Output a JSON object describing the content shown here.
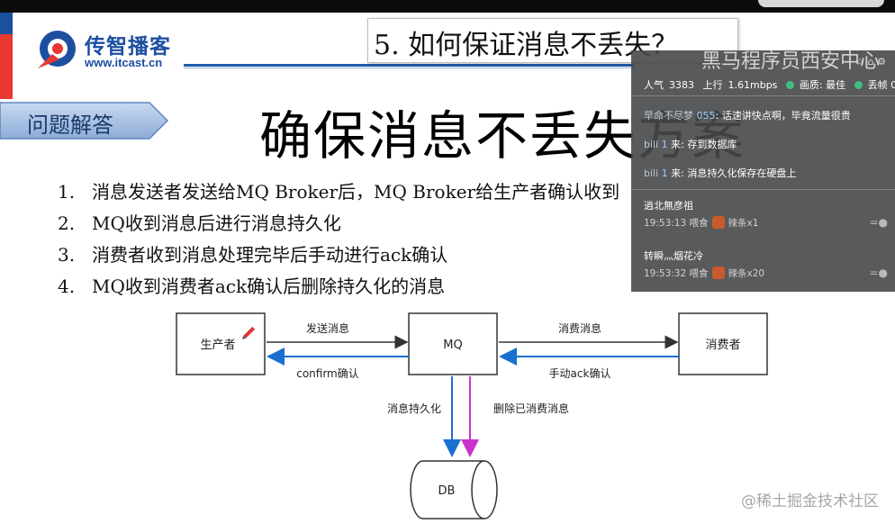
{
  "logo": {
    "cn": "传智播客",
    "url": "www.itcast.cn"
  },
  "slide": {
    "title": "5. 如何保证消息不丢失？",
    "section_tag": "问题解答",
    "main_title": "确保消息不丢失方案",
    "steps": [
      {
        "num": "1.",
        "text": "消息发送者发送给MQ Broker后，MQ Broker给生产者确认收到"
      },
      {
        "num": "2.",
        "text": "MQ收到消息后进行消息持久化"
      },
      {
        "num": "3.",
        "text": "消费者收到消息处理完毕后手动进行ack确认"
      },
      {
        "num": "4.",
        "text": "MQ收到消费者ack确认后删除持久化的消息"
      }
    ]
  },
  "diagram": {
    "producer": "生产者",
    "mq": "MQ",
    "consumer": "消费者",
    "db": "DB",
    "send": "发送消息",
    "confirm": "confirm确认",
    "consume": "消费消息",
    "ack": "手动ack确认",
    "persist": "消息持久化",
    "delete": "删除已消费消息",
    "colors": {
      "blue": "#1a6fd1",
      "magenta": "#cc33cc",
      "dark": "#333333"
    }
  },
  "overlay": {
    "title": "黑马程序员西安中心",
    "popularity_label": "人气",
    "popularity_value": "3383",
    "upload_label": "上行",
    "upload_value": "1.61mbps",
    "quality": "画质: 最佳",
    "dropped": "丢帧 0",
    "messages": [
      {
        "prefix": "早命不尽梦",
        "uid": "055",
        "text": "话速讲快点啊，毕竟流量很贵"
      },
      {
        "prefix": "bili",
        "uid": "1",
        "text": "来: 存到数据库"
      },
      {
        "prefix": "bili",
        "uid": "1",
        "text": "来: 消息持久化保存在硬盘上"
      }
    ],
    "gifts": [
      {
        "name": "逍北無彦祖",
        "time": "19:53:13",
        "action": "喂食",
        "gift": "辣条x1"
      },
      {
        "name": "转瞬灬烟花冷",
        "time": "19:53:32",
        "action": "喂食",
        "gift": "辣条x20"
      }
    ]
  },
  "watermark": "@稀土掘金技术社区"
}
